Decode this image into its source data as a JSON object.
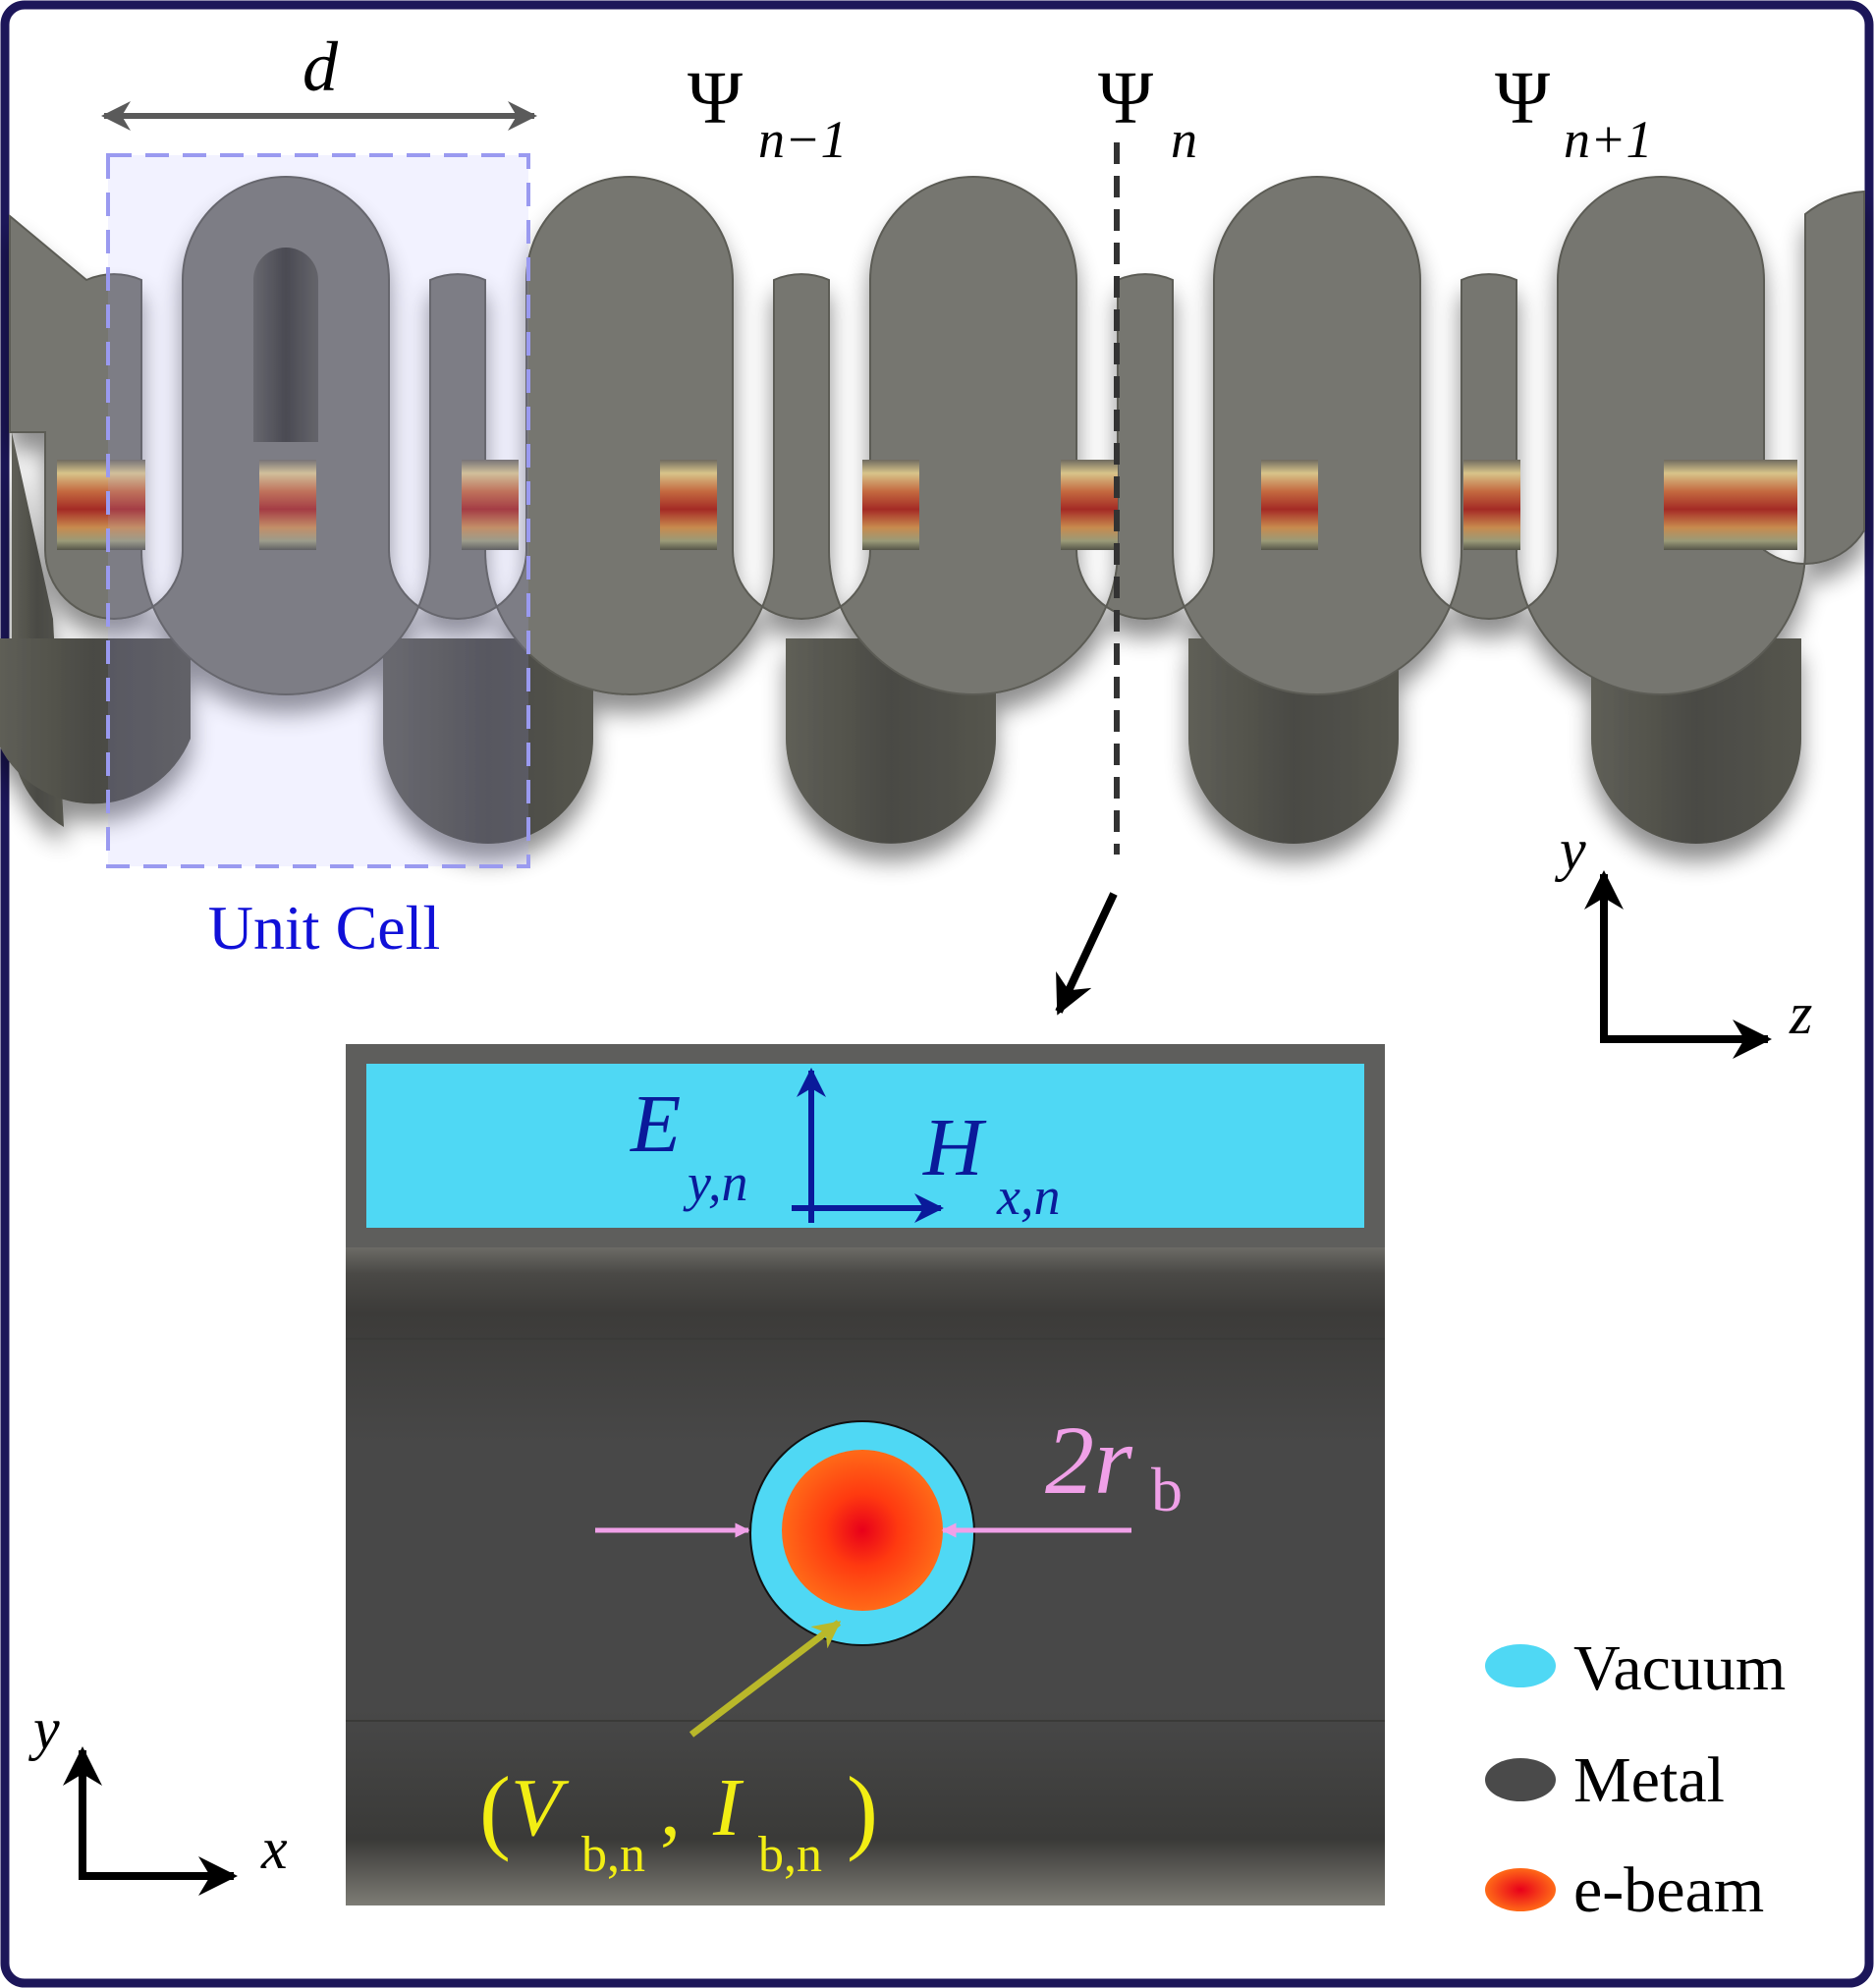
{
  "top_view": {
    "period_label": "d",
    "cells": [
      {
        "symbol": "Ψ",
        "subscript": "n−1"
      },
      {
        "symbol": "Ψ",
        "subscript": "n"
      },
      {
        "symbol": "Ψ",
        "subscript": "n+1"
      }
    ],
    "unit_cell_label": "Unit Cell",
    "axes": {
      "vertical": "y",
      "horizontal": "z"
    }
  },
  "cross_section": {
    "field_e": {
      "main": "E",
      "sub": "y,n"
    },
    "field_h": {
      "main": "H",
      "sub": "x,n"
    },
    "radius_label": {
      "main": "2r",
      "sub": "b"
    },
    "beam_label": {
      "open": "(",
      "v": "V",
      "v_sub": "b,n",
      "sep": " , ",
      "i": "I",
      "i_sub": "b,n",
      "close": ")"
    },
    "axes": {
      "vertical": "y",
      "horizontal": "x"
    }
  },
  "legend": [
    {
      "label": "Vacuum",
      "color": "#4fd8f4"
    },
    {
      "label": "Metal",
      "color": "#4a4a4a"
    },
    {
      "label": "e-beam",
      "color": "#ff5a14"
    }
  ],
  "colors": {
    "frame": "#1c1659",
    "metal": "#6e6e6a",
    "vacuum": "#4fd8f4",
    "beam": "#ff5a14",
    "unit_cell_box": "#9a9af0",
    "unit_cell_text": "#1010d8",
    "field_arrows": "#0a1a9a",
    "radius_arrows": "#f0a0e8",
    "beam_label": "#f2ee14",
    "beam_pointer": "#b9b82a"
  }
}
